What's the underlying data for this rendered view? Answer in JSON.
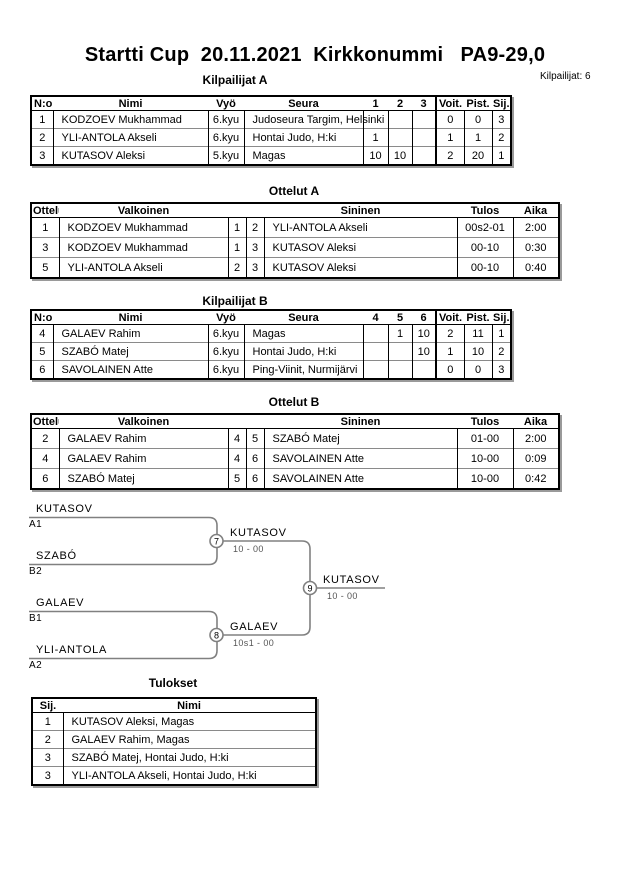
{
  "page": {
    "title": "Startti Cup  20.11.2021  Kirkkonummi   PA9-29,0",
    "competitors_count_label": "Kilpailijat: 6"
  },
  "tables": {
    "kilpailijat_a": {
      "title": "Kilpailijat A",
      "headers": [
        "N:o",
        "Nimi",
        "Vyö",
        "Seura",
        "1",
        "2",
        "3",
        "Voit.",
        "Pist.",
        "Sij."
      ],
      "rows": [
        [
          "1",
          "KODZOEV Mukhammad",
          "6.kyu",
          "Judoseura Targim, Helsinki",
          "",
          "",
          "",
          "0",
          "0",
          "3"
        ],
        [
          "2",
          "YLI-ANTOLA Akseli",
          "6.kyu",
          "Hontai Judo, H:ki",
          "1",
          "",
          "",
          "1",
          "1",
          "2"
        ],
        [
          "3",
          "KUTASOV Aleksi",
          "5.kyu",
          "Magas",
          "10",
          "10",
          "",
          "2",
          "20",
          "1"
        ]
      ]
    },
    "ottelut_a": {
      "title": "Ottelut A",
      "headers": [
        "Ottelu",
        "Valkoinen",
        "",
        "",
        "Sininen",
        "Tulos",
        "Aika"
      ],
      "rows": [
        [
          "1",
          "KODZOEV Mukhammad",
          "1",
          "2",
          "YLI-ANTOLA Akseli",
          "00s2-01",
          "2:00"
        ],
        [
          "3",
          "KODZOEV Mukhammad",
          "1",
          "3",
          "KUTASOV Aleksi",
          "00-10",
          "0:30"
        ],
        [
          "5",
          "YLI-ANTOLA Akseli",
          "2",
          "3",
          "KUTASOV Aleksi",
          "00-10",
          "0:40"
        ]
      ]
    },
    "kilpailijat_b": {
      "title": "Kilpailijat B",
      "headers": [
        "N:o",
        "Nimi",
        "Vyö",
        "Seura",
        "4",
        "5",
        "6",
        "Voit.",
        "Pist.",
        "Sij."
      ],
      "rows": [
        [
          "4",
          "GALAEV Rahim",
          "6.kyu",
          "Magas",
          "",
          "1",
          "10",
          "2",
          "11",
          "1"
        ],
        [
          "5",
          "SZABÓ Matej",
          "6.kyu",
          "Hontai Judo, H:ki",
          "",
          "",
          "10",
          "1",
          "10",
          "2"
        ],
        [
          "6",
          "SAVOLAINEN Atte",
          "6.kyu",
          "Ping-Viinit, Nurmijärvi",
          "",
          "",
          "",
          "0",
          "0",
          "3"
        ]
      ]
    },
    "ottelut_b": {
      "title": "Ottelut B",
      "headers": [
        "Ottelu",
        "Valkoinen",
        "",
        "",
        "Sininen",
        "Tulos",
        "Aika"
      ],
      "rows": [
        [
          "2",
          "GALAEV Rahim",
          "4",
          "5",
          "SZABÓ Matej",
          "01-00",
          "2:00"
        ],
        [
          "4",
          "GALAEV Rahim",
          "4",
          "6",
          "SAVOLAINEN Atte",
          "10-00",
          "0:09"
        ],
        [
          "6",
          "SZABÓ Matej",
          "5",
          "6",
          "SAVOLAINEN Atte",
          "10-00",
          "0:42"
        ]
      ]
    },
    "tulokset": {
      "title": "Tulokset",
      "headers": [
        "Sij.",
        "Nimi"
      ],
      "rows": [
        [
          "1",
          "KUTASOV Aleksi, Magas"
        ],
        [
          "2",
          "GALAEV Rahim, Magas"
        ],
        [
          "3",
          "SZABÓ Matej, Hontai Judo, H:ki"
        ],
        [
          "3",
          "YLI-ANTOLA Akseli, Hontai Judo, H:ki"
        ]
      ]
    }
  },
  "bracket": {
    "slots": [
      {
        "name": "KUTASOV",
        "seed": "A1"
      },
      {
        "name": "SZABÓ",
        "seed": "B2"
      },
      {
        "name": "GALAEV",
        "seed": "B1"
      },
      {
        "name": "YLI-ANTOLA",
        "seed": "A2"
      }
    ],
    "matches": [
      {
        "number": "7",
        "winner": "KUTASOV",
        "score": "10 - 00"
      },
      {
        "number": "8",
        "winner": "GALAEV",
        "score": "10s1 - 00"
      },
      {
        "number": "9",
        "winner": "KUTASOV",
        "score": "10 - 00"
      }
    ]
  },
  "colors": {
    "table_border": "#000000",
    "row_line": "#8a8a8a",
    "bracket_line": "#808080",
    "score_text": "#555555",
    "shadow": "#9a9a9a"
  }
}
